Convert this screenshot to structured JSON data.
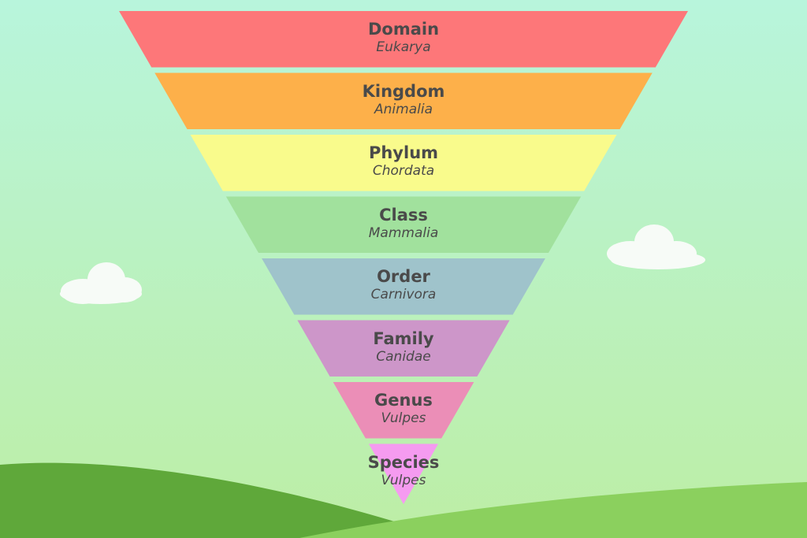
{
  "colors": {
    "sky_top": "#b8f5dc",
    "sky_bottom": "#bdeea5",
    "hill_dark": "#5fa83a",
    "hill_light": "#8bd05e",
    "cloud": "#f7fbf7",
    "text": "#4a4a4a"
  },
  "clouds": [
    {
      "name": "cloud-left"
    },
    {
      "name": "cloud-right"
    }
  ],
  "ranks": [
    {
      "rank": "Domain",
      "value": "Eukarya",
      "color": "#fd7779"
    },
    {
      "rank": "Kingdom",
      "value": "Animalia",
      "color": "#fdb04a"
    },
    {
      "rank": "Phylum",
      "value": "Chordata",
      "color": "#f9fb8c"
    },
    {
      "rank": "Class",
      "value": "Mammalia",
      "color": "#a1e19d"
    },
    {
      "rank": "Order",
      "value": "Carnivora",
      "color": "#9fc3cb"
    },
    {
      "rank": "Family",
      "value": "Canidae",
      "color": "#cd96c9"
    },
    {
      "rank": "Genus",
      "value": "Vulpes",
      "color": "#eb8eb7"
    },
    {
      "rank": "Species",
      "value": "Vulpes",
      "color": "#f59bf0"
    }
  ]
}
